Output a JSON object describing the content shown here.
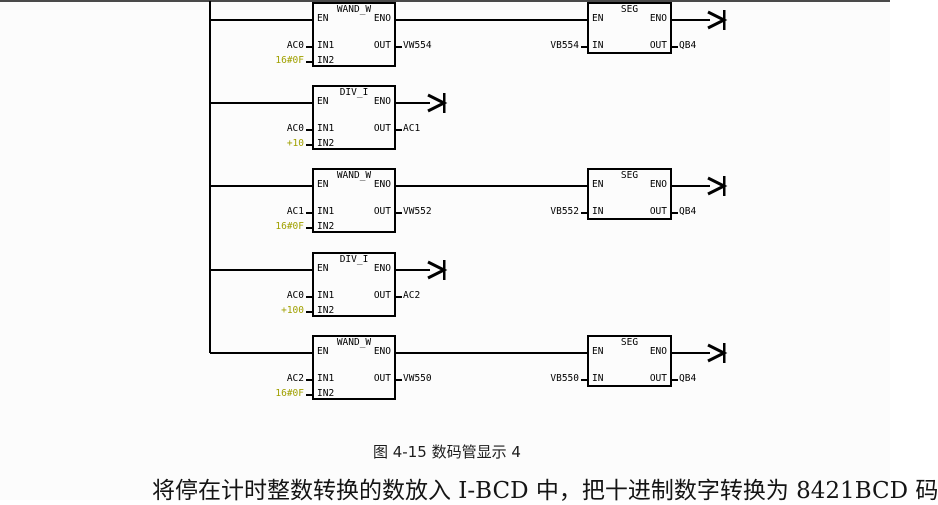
{
  "window": {
    "bg": "#fcfcfc",
    "top_border_color": "#4a4a4a"
  },
  "colors": {
    "wire": "#000000",
    "block_border": "#000000",
    "text": "#000000",
    "constant": "#a0a000"
  },
  "caption": {
    "text": "图 4-15 数码管显示 4"
  },
  "paragraph": {
    "text": "将停在计时整数转换的数放入 I-BCD 中，把十进制数字转换为 8421BCD 码"
  },
  "blocks": {
    "wand1": {
      "title": "WAND_W",
      "ports": {
        "en": "EN",
        "eno": "ENO",
        "in1": "IN1",
        "in2": "IN2",
        "out": "OUT"
      },
      "operands": {
        "in1": "AC0",
        "in2": "16#0F",
        "out": "VW554"
      }
    },
    "seg1": {
      "title": "SEG",
      "ports": {
        "en": "EN",
        "eno": "ENO",
        "in": "IN",
        "out": "OUT"
      },
      "operands": {
        "in": "VB554",
        "out": "QB4"
      }
    },
    "div1": {
      "title": "DIV_I",
      "ports": {
        "en": "EN",
        "eno": "ENO",
        "in1": "IN1",
        "in2": "IN2",
        "out": "OUT"
      },
      "operands": {
        "in1": "AC0",
        "in2": "+10",
        "out": "AC1"
      }
    },
    "wand2": {
      "title": "WAND_W",
      "ports": {
        "en": "EN",
        "eno": "ENO",
        "in1": "IN1",
        "in2": "IN2",
        "out": "OUT"
      },
      "operands": {
        "in1": "AC1",
        "in2": "16#0F",
        "out": "VW552"
      }
    },
    "seg2": {
      "title": "SEG",
      "ports": {
        "en": "EN",
        "eno": "ENO",
        "in": "IN",
        "out": "OUT"
      },
      "operands": {
        "in": "VB552",
        "out": "QB4"
      }
    },
    "div2": {
      "title": "DIV_I",
      "ports": {
        "en": "EN",
        "eno": "ENO",
        "in1": "IN1",
        "in2": "IN2",
        "out": "OUT"
      },
      "operands": {
        "in1": "AC0",
        "in2": "+100",
        "out": "AC2"
      }
    },
    "wand3": {
      "title": "WAND_W",
      "ports": {
        "en": "EN",
        "eno": "ENO",
        "in1": "IN1",
        "in2": "IN2",
        "out": "OUT"
      },
      "operands": {
        "in1": "AC2",
        "in2": "16#0F",
        "out": "VW550"
      }
    },
    "seg3": {
      "title": "SEG",
      "ports": {
        "en": "EN",
        "eno": "ENO",
        "in": "IN",
        "out": "OUT"
      },
      "operands": {
        "in": "VB550",
        "out": "QB4"
      }
    }
  }
}
